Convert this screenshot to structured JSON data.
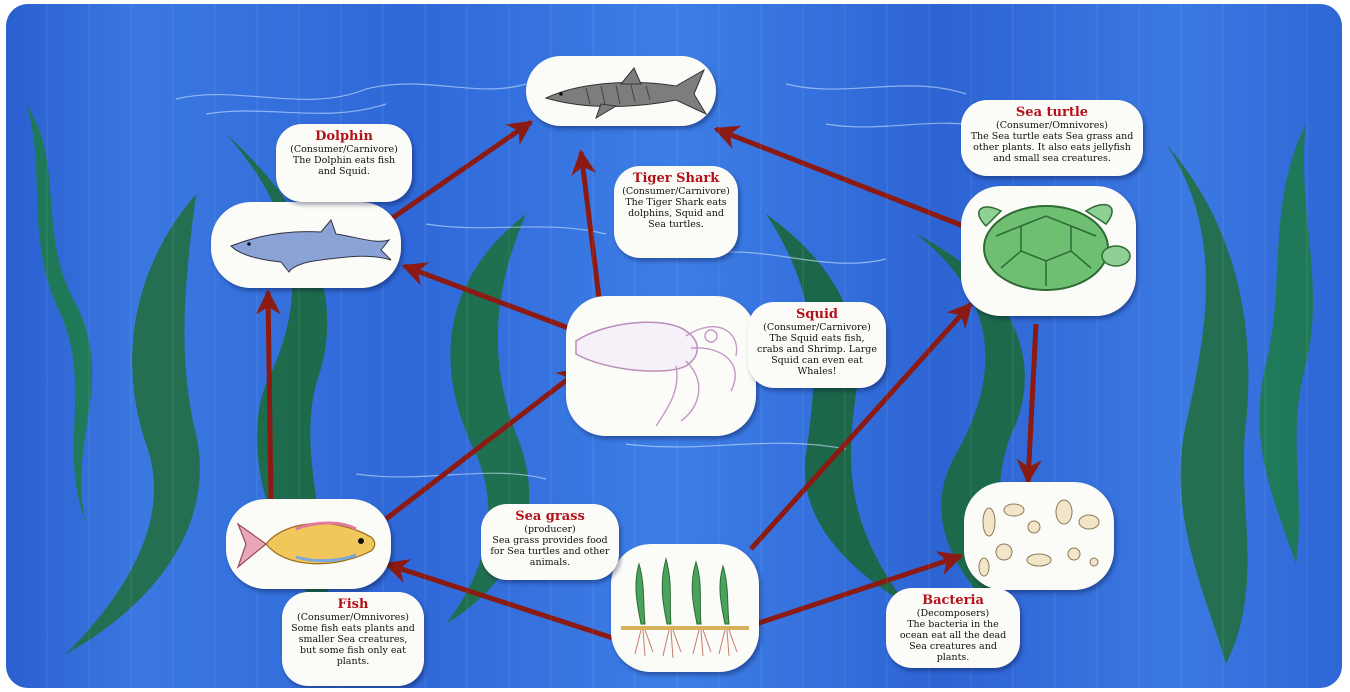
{
  "organisms": {
    "shark": {
      "name": "Tiger Shark",
      "role": "(Consumer/Carnivore)",
      "desc": "The Tiger Shark eats dolphins, Squid and Sea turtles."
    },
    "dolphin": {
      "name": "Dolphin",
      "role": "(Consumer/Carnivore)",
      "desc": "The Dolphin eats fish and Squid."
    },
    "turtle": {
      "name": "Sea turtle",
      "role": "(Consumer/Omnivores)",
      "desc": "The Sea turtle eats Sea grass and other plants. It also eats jellyfish and small sea creatures."
    },
    "squid": {
      "name": "Squid",
      "role": "(Consumer/Carnivore)",
      "desc": "The Squid eats fish, crabs and Shrimp. Large Squid can even eat Whales!"
    },
    "seagrass": {
      "name": "Sea grass",
      "role": "(producer)",
      "desc": "Sea grass provides food for Sea turtles and other animals."
    },
    "fish": {
      "name": "Fish",
      "role": "(Consumer/Omnivores)",
      "desc": "Some fish eats plants and smaller Sea creatures, but some fish only eat plants."
    },
    "bacteria": {
      "name": "Bacteria",
      "role": "(Decomposers)",
      "desc": "The bacteria in the ocean eat all the dead Sea creatures and plants."
    }
  },
  "colors": {
    "board": "#2f68d8",
    "arrow": "#8b1a12",
    "label": "#b3121a",
    "kelp": "#1f7a52"
  }
}
